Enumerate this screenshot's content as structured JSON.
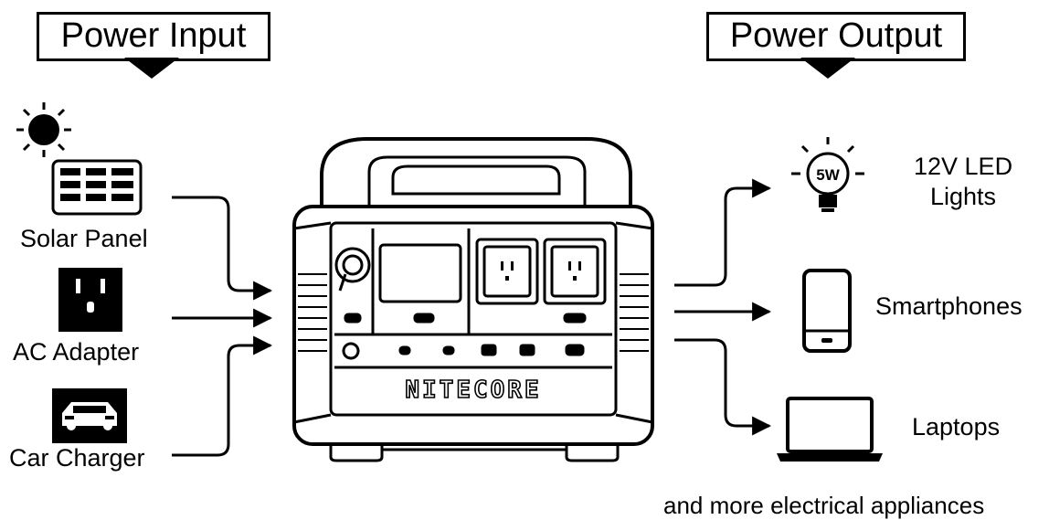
{
  "input": {
    "title": "Power Input",
    "sources": [
      {
        "label": "Solar Panel",
        "icon": "solar-panel-icon"
      },
      {
        "label": "AC Adapter",
        "icon": "ac-outlet-icon"
      },
      {
        "label": "Car Charger",
        "icon": "car-icon"
      }
    ]
  },
  "output": {
    "title": "Power Output",
    "devices": [
      {
        "label_line1": "12V LED",
        "label_line2": "Lights",
        "icon": "light-bulb-icon",
        "bulb_text": "5W"
      },
      {
        "label": "Smartphones",
        "icon": "smartphone-icon"
      },
      {
        "label": "Laptops",
        "icon": "laptop-icon"
      }
    ],
    "footer": "and more electrical appliances"
  },
  "device": {
    "brand": "NITECORE",
    "icon": "power-station-icon"
  },
  "colors": {
    "ink": "#000000",
    "background": "#ffffff"
  }
}
